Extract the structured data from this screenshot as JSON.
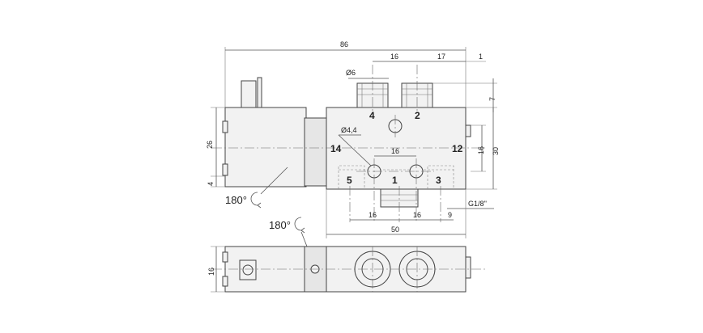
{
  "dimensions": {
    "overall_length": "86",
    "port_spacing_top": "16",
    "port_offset_right": "17",
    "right_small": "1",
    "tube_diameter": "Ø6",
    "port_height": "7",
    "coil_height": "26",
    "coil_bottom": "4",
    "body_height": "30",
    "pilot_height": "16",
    "hole_diameter": "Ø4,4",
    "hole_spacing": "16",
    "thread": "G1/8''",
    "bottom_spacing_left": "16",
    "bottom_spacing_mid": "16",
    "bottom_spacing_right": "9",
    "body_length": "50",
    "side_height": "16"
  },
  "ports": {
    "p4": "4",
    "p2": "2",
    "p14": "14",
    "p12": "12",
    "p5": "5",
    "p1": "1",
    "p3": "3"
  },
  "rotation": {
    "coil": "180°",
    "connector": "180°"
  }
}
